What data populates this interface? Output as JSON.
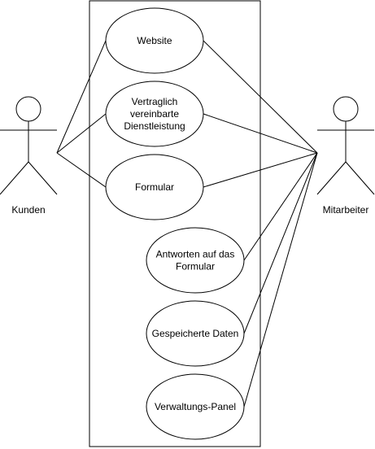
{
  "diagram": {
    "actors": [
      {
        "id": "kunden",
        "name": "Kunden"
      },
      {
        "id": "mitarbeiter",
        "name": "Mitarbeiter"
      }
    ],
    "use_cases": [
      {
        "id": "website",
        "lines": [
          "Website"
        ]
      },
      {
        "id": "vertrag",
        "lines": [
          "Vertraglich",
          "vereinbarte",
          "Dienstleistung"
        ]
      },
      {
        "id": "formular",
        "lines": [
          "Formular"
        ]
      },
      {
        "id": "antworten",
        "lines": [
          "Antworten auf das",
          "Formular"
        ]
      },
      {
        "id": "daten",
        "lines": [
          "Gespeicherte Daten"
        ]
      },
      {
        "id": "panel",
        "lines": [
          "Verwaltungs-Panel"
        ]
      }
    ],
    "associations": [
      [
        "kunden",
        "website"
      ],
      [
        "kunden",
        "vertrag"
      ],
      [
        "kunden",
        "formular"
      ],
      [
        "mitarbeiter",
        "website"
      ],
      [
        "mitarbeiter",
        "vertrag"
      ],
      [
        "mitarbeiter",
        "formular"
      ],
      [
        "mitarbeiter",
        "antworten"
      ],
      [
        "mitarbeiter",
        "daten"
      ],
      [
        "mitarbeiter",
        "panel"
      ]
    ],
    "colors": {
      "stroke": "#000000",
      "fill": "#ffffff",
      "text": "#000000"
    }
  }
}
